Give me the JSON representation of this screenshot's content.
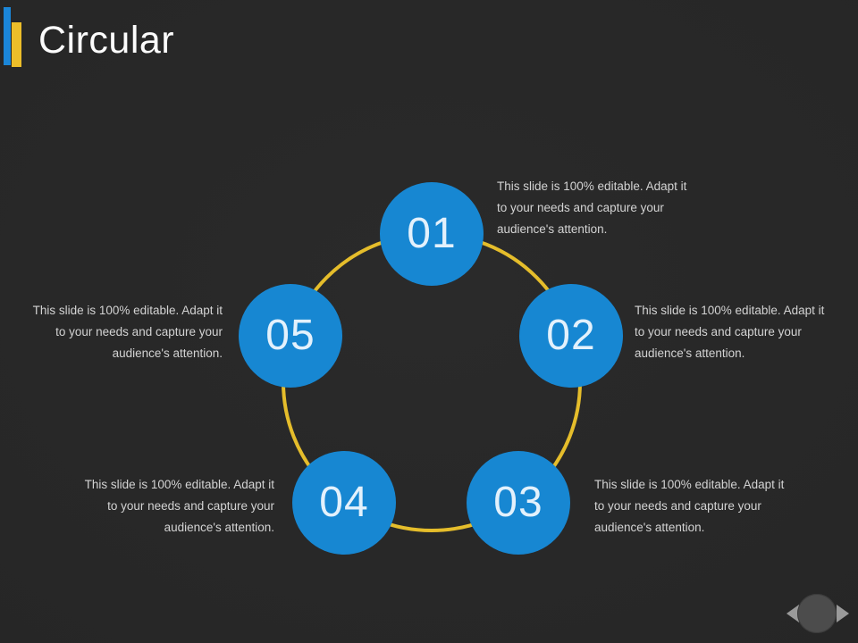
{
  "slide": {
    "title": "Circular",
    "colors": {
      "background": "#262626",
      "accent_blue": "#1787d2",
      "accent_yellow": "#e5bd2b",
      "text_light": "#d3d3d3",
      "node_number": "#e3f1fc"
    }
  },
  "diagram": {
    "ring_color": "#e5bd2b",
    "node_color": "#1787d2",
    "nodes": [
      {
        "label": "01",
        "lines": [
          "This slide is 100% editable. Adapt it",
          "to your needs and capture your",
          "audience's attention."
        ]
      },
      {
        "label": "02",
        "lines": [
          "This slide is 100% editable. Adapt it",
          "to your needs and capture your",
          "audience's attention."
        ]
      },
      {
        "label": "03",
        "lines": [
          "This slide is 100% editable. Adapt it",
          "to your needs and capture your",
          "audience's attention."
        ]
      },
      {
        "label": "04",
        "lines": [
          "This slide is 100% editable. Adapt it",
          "to your needs and capture your",
          "audience's attention."
        ]
      },
      {
        "label": "05",
        "lines": [
          "This slide is 100% editable. Adapt it",
          "to your needs and capture your",
          "audience's attention."
        ]
      }
    ]
  }
}
